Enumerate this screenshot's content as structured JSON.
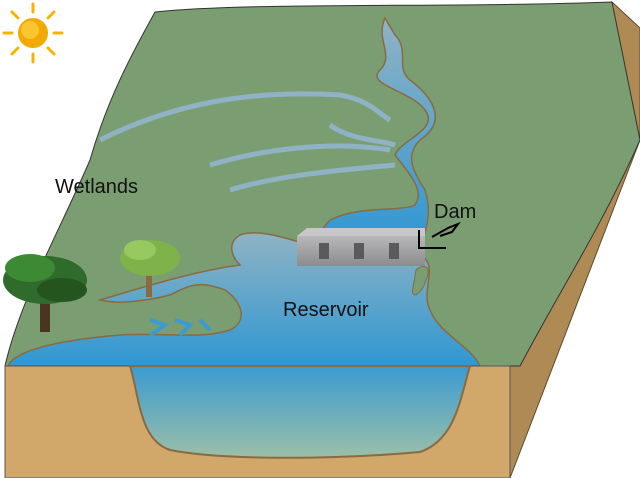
{
  "labels": {
    "wetlands": "Wetlands",
    "dam": "Dam",
    "reservoir": "Reservoir"
  },
  "colors": {
    "land": "#7a9e72",
    "water": "#3a9bd0",
    "soil": "#d2a86a",
    "side": "#b08a55",
    "dam": "#9a9a9c"
  }
}
